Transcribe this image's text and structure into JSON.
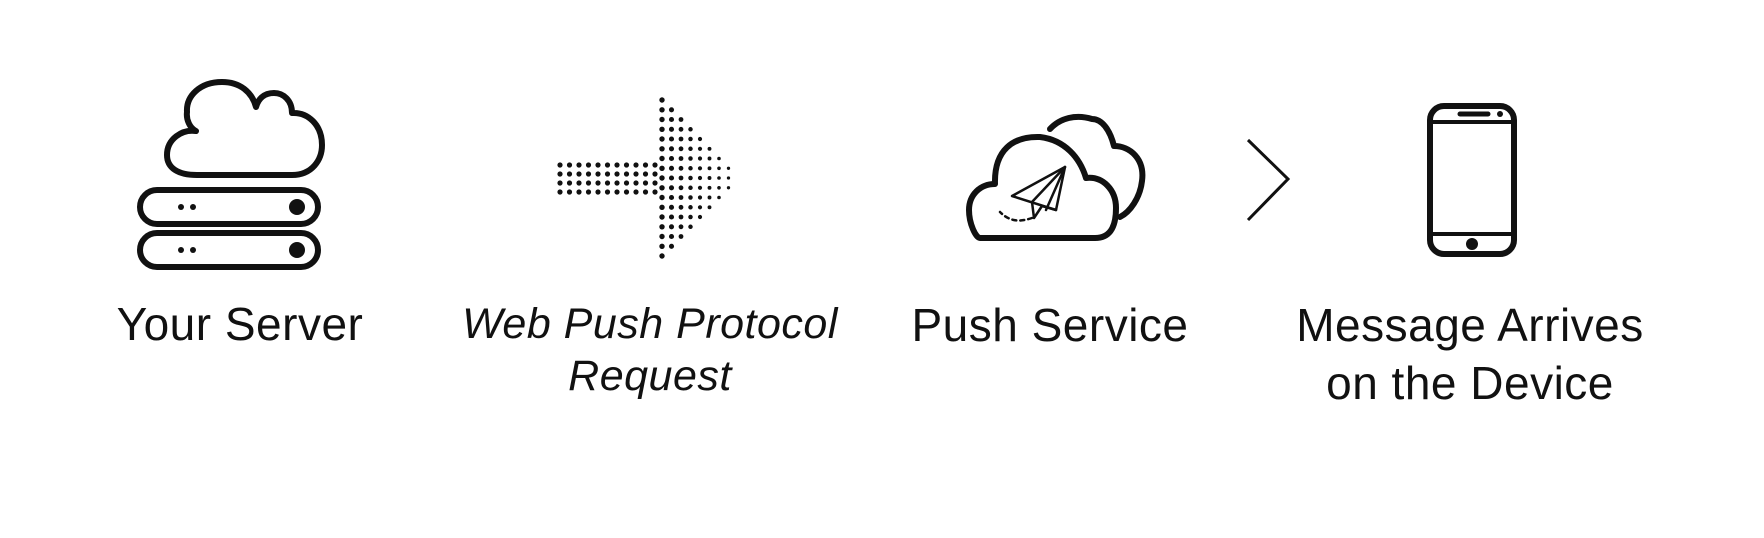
{
  "diagram": {
    "steps": [
      {
        "id": "server",
        "label": "Your Server",
        "icon": "cloud-server-icon"
      },
      {
        "id": "protocol",
        "label_line1": "Web Push Protocol",
        "label_line2": "Request",
        "icon": "dotted-arrow-icon"
      },
      {
        "id": "push",
        "label": "Push Service",
        "icon": "cloud-paper-plane-icon"
      },
      {
        "id": "device",
        "label_line1": "Message Arrives",
        "label_line2": "on the Device",
        "icon": "smartphone-icon"
      }
    ],
    "connector_icon": "chevron-right-icon"
  },
  "colors": {
    "ink": "#111111",
    "background": "#ffffff"
  }
}
